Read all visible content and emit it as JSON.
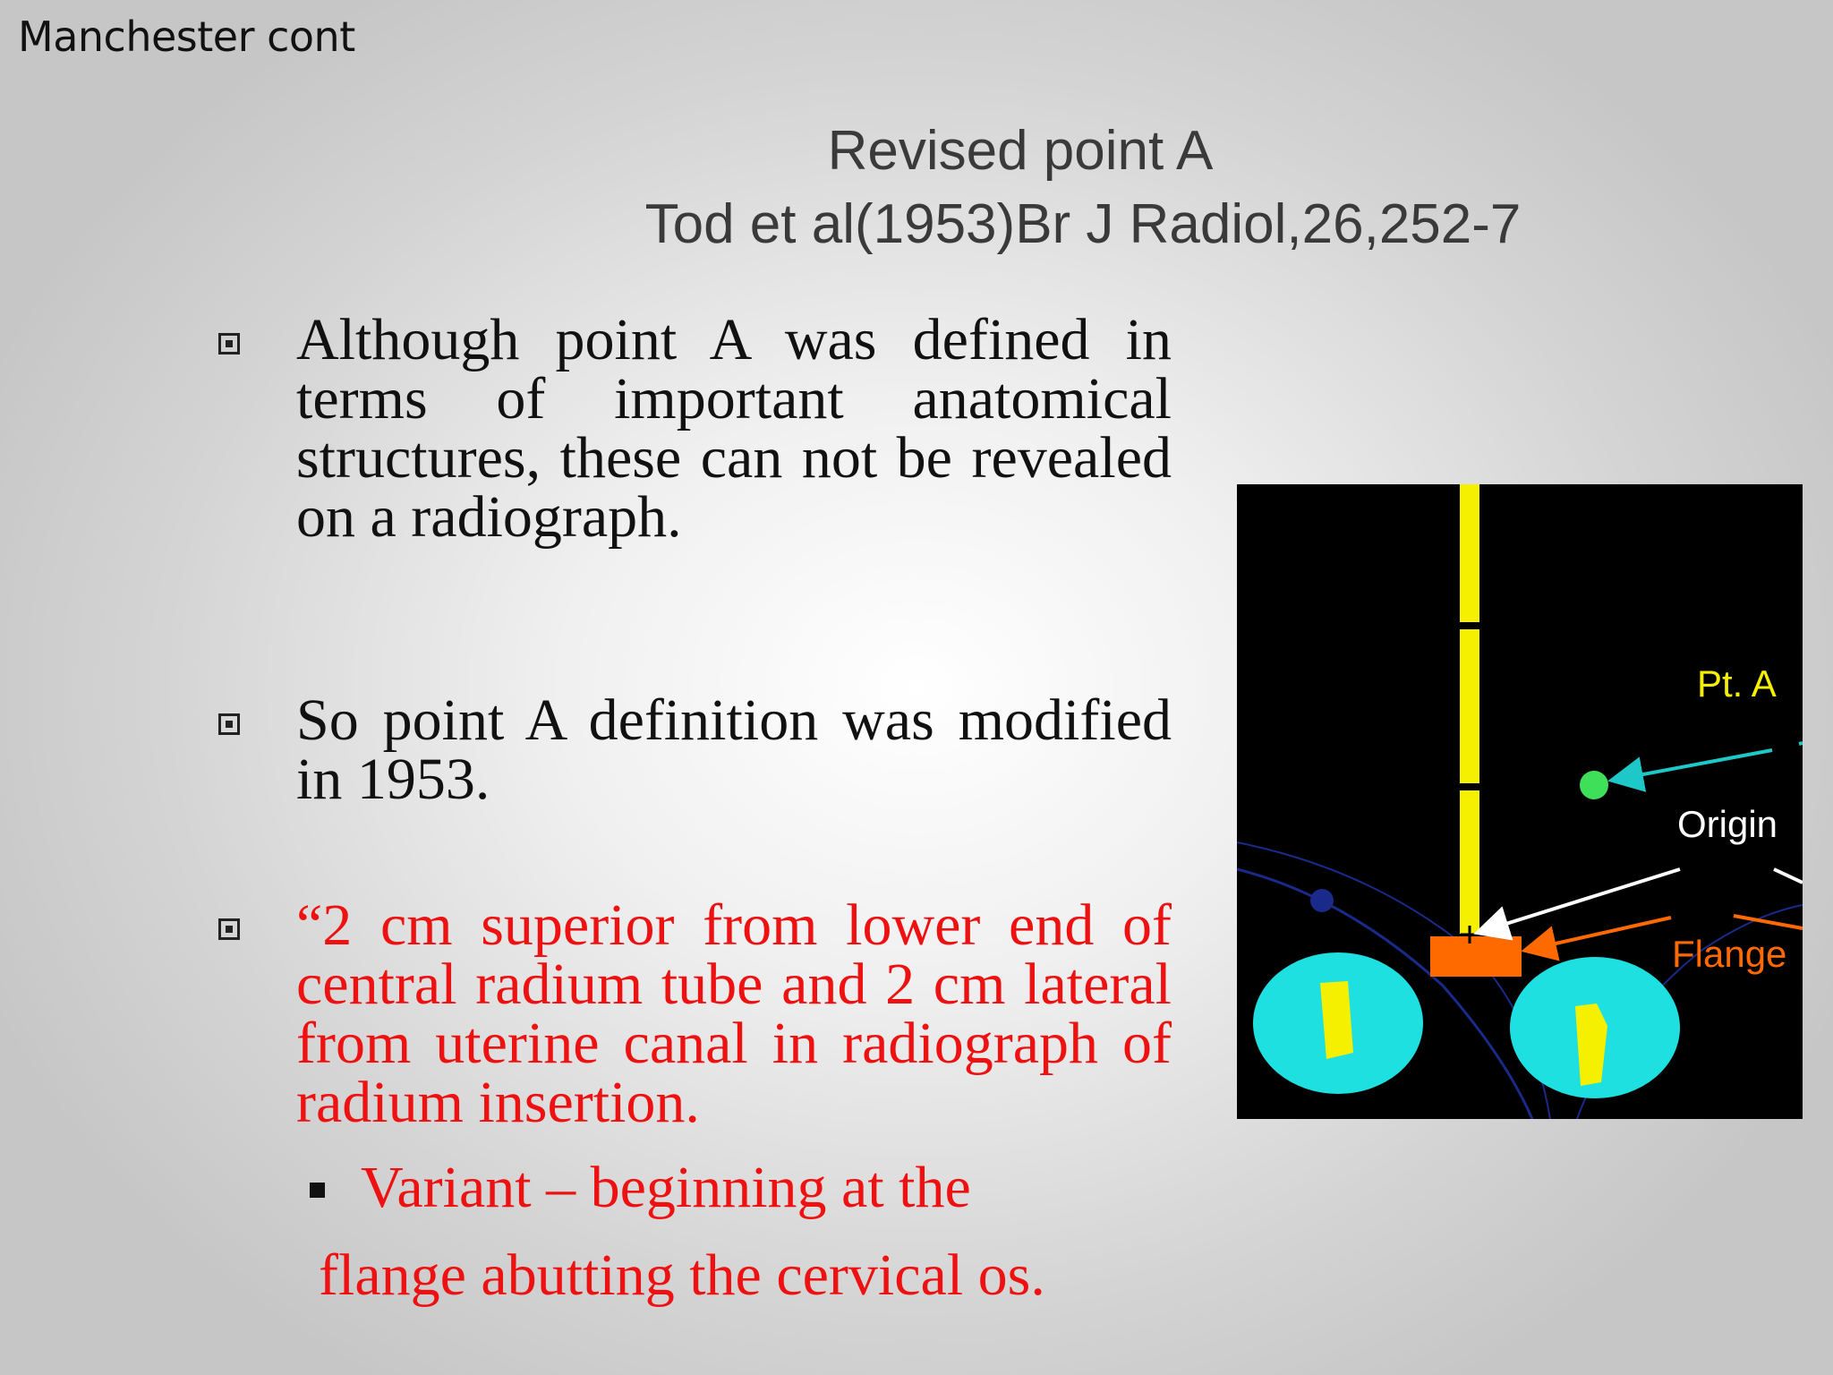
{
  "header": {
    "section": "Manchester cont"
  },
  "title": {
    "line1": "Revised  point A",
    "line2": "Tod et al(1953)Br J Radiol,26,252-7"
  },
  "bullets": [
    {
      "text": "Although point A was defined in terms of important anatomical structures, these can not be revealed on a radiograph."
    },
    {
      "text": "So point A definition was modified in 1953."
    },
    {
      "text": "“2 cm superior from lower end of central radium tube and 2 cm lateral from uterine canal in radiograph of radium insertion."
    }
  ],
  "sub_bullet": {
    "line1": "Variant – beginning at the",
    "line2": "flange abutting the cervical os."
  },
  "figure": {
    "labels": {
      "pt_a": "Pt. A",
      "origin": "Origin",
      "flange": "Flange"
    },
    "colors": {
      "tube": "#f5f000",
      "point": "#3ee05a",
      "arrow_pt_a": "#1ec8c8",
      "flange": "#ff6a00",
      "ovoid": "#1ee0e0",
      "ovoid_source": "#f5f000",
      "label_yellow": "#f5f000",
      "label_white": "#ffffff",
      "label_orange": "#ff6a00"
    }
  },
  "colors": {
    "emphasis_text": "#ee1111",
    "body_text": "#111111",
    "title_text": "#3a3a3a"
  }
}
